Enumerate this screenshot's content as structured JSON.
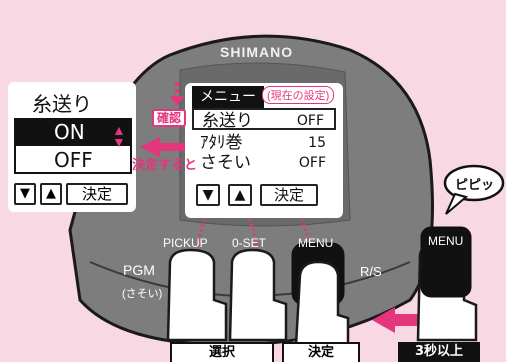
{
  "device": {
    "brand": "SHIMANO",
    "menu_bar": "メニュー",
    "current_setting_note": "(現在の設定)",
    "confirm_label": "確認",
    "rows": [
      {
        "label": "糸送り",
        "value": "OFF"
      },
      {
        "label": "ｱﾀﾘ巻",
        "value": "15"
      },
      {
        "label": "さそい",
        "value": "OFF"
      }
    ],
    "lcd_keys": {
      "down": "▼",
      "up": "▲",
      "ok": "決定"
    },
    "buttons": {
      "pickup": "PICKUP",
      "zero_set": "0-SET",
      "menu": "MENU"
    },
    "side_labels": {
      "pgm": "PGM",
      "sasoi": "(さそい)",
      "rs": "R/S"
    }
  },
  "popup": {
    "title": "糸送り",
    "options": [
      "ON",
      "OFF"
    ],
    "selected": "ON",
    "keys": {
      "down": "▼",
      "up": "▲",
      "ok": "決定"
    },
    "decide_note": "決定すると"
  },
  "side": {
    "menu_button": "MENU",
    "bubble": "ピピッ"
  },
  "bottom": {
    "select": "選択",
    "decide": "決定",
    "hold": "3秒以上"
  },
  "colors": {
    "background": "#f8d8e3",
    "body": "#7a7a7a",
    "accent": "#e4357d",
    "dark": "#111111"
  }
}
